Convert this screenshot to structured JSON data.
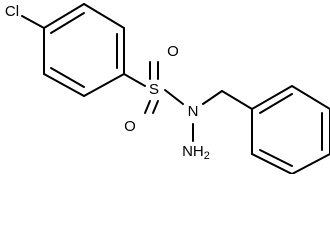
{
  "molecule": {
    "atoms": {
      "chlorine": "Cl",
      "sulfur": "S",
      "oxygen_top": "O",
      "oxygen_bottom": "O",
      "nitrogen": "N",
      "amino": "NH",
      "amino_subscript": "2"
    }
  }
}
